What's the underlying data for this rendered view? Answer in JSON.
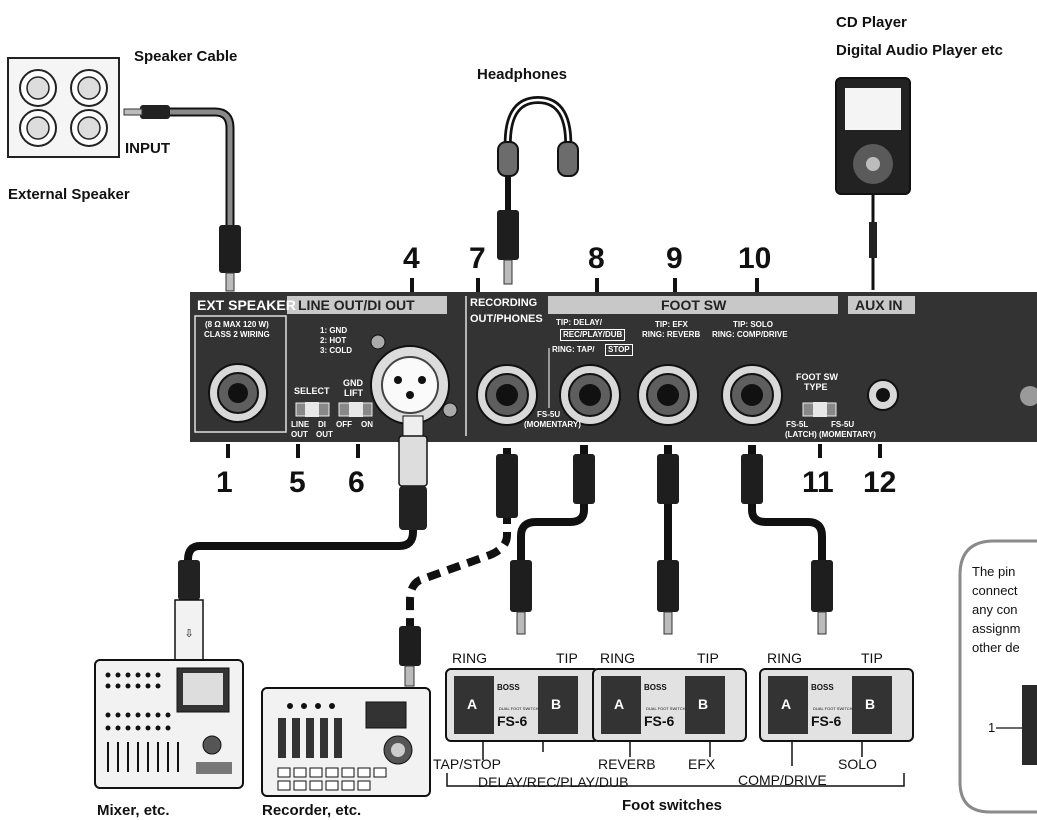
{
  "devices": {
    "cd_player": "CD Player",
    "digital_audio_player": "Digital Audio Player etc",
    "speaker_cable": "Speaker Cable",
    "headphones": "Headphones",
    "speaker_input": "INPUT",
    "external_speaker": "External Speaker",
    "mixer": "Mixer, etc.",
    "recorder": "Recorder, etc.",
    "foot_switches": "Foot switches"
  },
  "callouts": [
    "1",
    "4",
    "5",
    "6",
    "7",
    "8",
    "9",
    "10",
    "11",
    "12"
  ],
  "panel": {
    "ext_speaker": "EXT SPEAKER",
    "ext_speaker_spec1": "(8 Ω MAX 120 W)",
    "ext_speaker_spec2": "CLASS 2 WIRING",
    "line_out_di_out": "LINE OUT/DI OUT",
    "xlr_pins": [
      "1: GND",
      "2: HOT",
      "3: COLD"
    ],
    "select": "SELECT",
    "select_line_out": [
      "LINE",
      "OUT"
    ],
    "select_di_out": [
      "DI",
      "OUT"
    ],
    "gnd_lift": [
      "GND",
      "LIFT"
    ],
    "gnd_off": "OFF",
    "gnd_on": "ON",
    "recording": "RECORDING",
    "out_phones": "OUT/PHONES",
    "foot_sw": "FOOT SW",
    "aux_in": "AUX IN",
    "tip_delay": "TIP: DELAY/",
    "rec_play_dub": "REC/PLAY/DUB",
    "ring_tap": "RING: TAP/",
    "stop": "STOP",
    "fs5u": "FS-5U",
    "momentary": "(MOMENTARY)",
    "tip_efx": "TIP: EFX",
    "ring_reverb": "RING: REVERB",
    "tip_solo": "TIP: SOLO",
    "ring_comp_drive": "RING: COMP/DRIVE",
    "foot_sw_type": [
      "FOOT SW",
      "TYPE"
    ],
    "fs5l": "FS-5L",
    "latch": "(LATCH)",
    "fs5u_right": "FS-5U",
    "momentary_right": "(MOMENTARY)"
  },
  "footswitches": {
    "ring": "RING",
    "tip": "TIP",
    "pedal_a": "A",
    "pedal_b": "B",
    "brand": "BOSS",
    "model": "FS-6",
    "model_caption": "DUAL FOOT SWITCH",
    "tap_stop": "TAP/STOP",
    "delay_rec_play_dub": "DELAY/REC/PLAY/DUB",
    "reverb": "REVERB",
    "efx": "EFX",
    "comp_drive": "COMP/DRIVE",
    "solo": "SOLO"
  },
  "note": {
    "lines": [
      "The pin",
      "connect",
      "any con",
      "assignm",
      "other de"
    ],
    "pin_label": "1"
  }
}
